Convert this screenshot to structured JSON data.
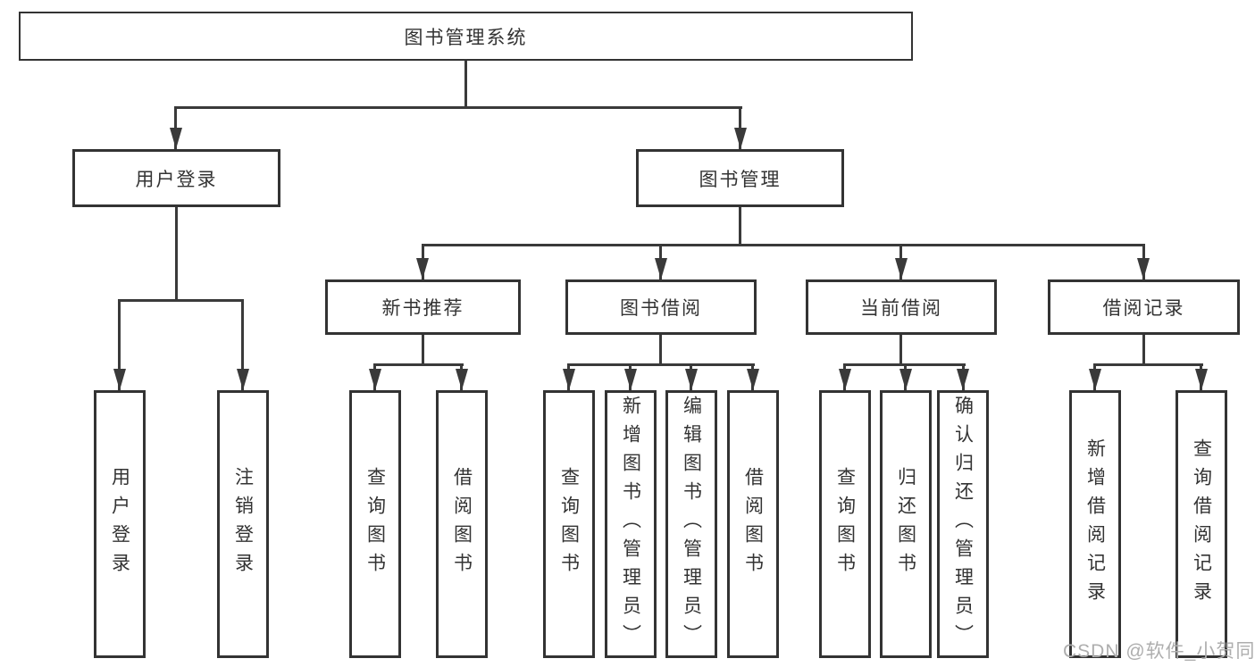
{
  "diagram": {
    "root": {
      "label": "图书管理系统"
    },
    "level2": [
      {
        "label": "用户登录"
      },
      {
        "label": "图书管理"
      }
    ],
    "level3": [
      {
        "label": "新书推荐"
      },
      {
        "label": "图书借阅"
      },
      {
        "label": "当前借阅"
      },
      {
        "label": "借阅记录"
      }
    ],
    "leaves": {
      "user_login": [
        {
          "label": "用户登录"
        },
        {
          "label": "注销登录"
        }
      ],
      "new_book": [
        {
          "label": "查询图书"
        },
        {
          "label": "借阅图书"
        }
      ],
      "book_borrow": [
        {
          "label": "查询图书"
        },
        {
          "label": "新增图书（管理员）"
        },
        {
          "label": "编辑图书（管理员）"
        },
        {
          "label": "借阅图书"
        }
      ],
      "current_borrow": [
        {
          "label": "查询图书"
        },
        {
          "label": "归还图书"
        },
        {
          "label": "确认归还（管理员）"
        }
      ],
      "borrow_records": [
        {
          "label": "新增借阅记录"
        },
        {
          "label": "查询借阅记录"
        }
      ]
    },
    "watermark": "CSDN @软件_小贺同学",
    "colors": {
      "line": "#3a3a3a",
      "box_border": "#333333",
      "text": "#333333",
      "watermark": "#aeaeae",
      "background": "#ffffff"
    }
  }
}
